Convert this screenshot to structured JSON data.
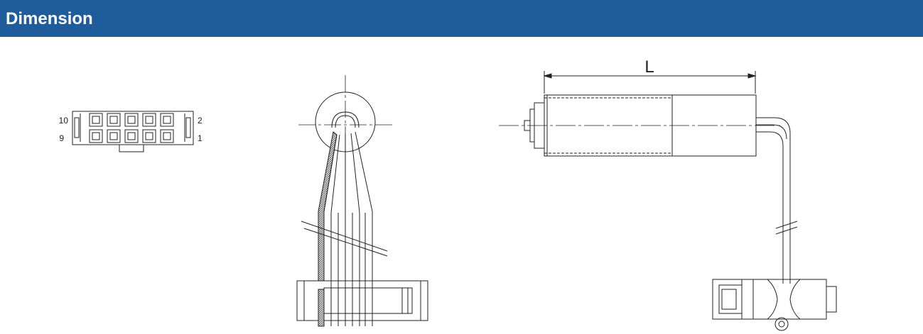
{
  "header": {
    "title": "Dimension"
  },
  "colors": {
    "header_bg": "#1f5c9c",
    "header_text": "#ffffff",
    "line": "#222222"
  },
  "connector": {
    "pin_top_left": "10",
    "pin_bottom_left": "9",
    "pin_top_right": "2",
    "pin_bottom_right": "1"
  },
  "motor": {
    "length_label": "L"
  }
}
